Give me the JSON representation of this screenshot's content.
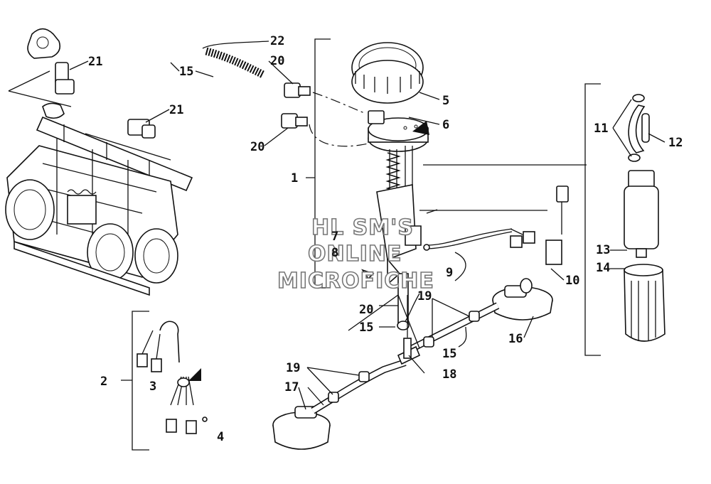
{
  "diagram": {
    "callouts": {
      "c1": "1",
      "c2": "2",
      "c3": "3",
      "c4": "4",
      "c5": "5",
      "c6": "6",
      "c7": "7",
      "c8": "8",
      "c9": "9",
      "c10": "10",
      "c11": "11",
      "c12": "12",
      "c13": "13",
      "c14": "14",
      "c15a": "15",
      "c15b": "15",
      "c15c": "15",
      "c16": "16",
      "c17": "17",
      "c18": "18",
      "c19a": "19",
      "c19b": "19",
      "c20a": "20",
      "c20b": "20",
      "c20c": "20",
      "c21a": "21",
      "c21b": "21",
      "c22": "22"
    },
    "watermark": {
      "line1": "HL SM'S",
      "line2": "ONLINE",
      "line3": "MICROFICHE"
    }
  }
}
